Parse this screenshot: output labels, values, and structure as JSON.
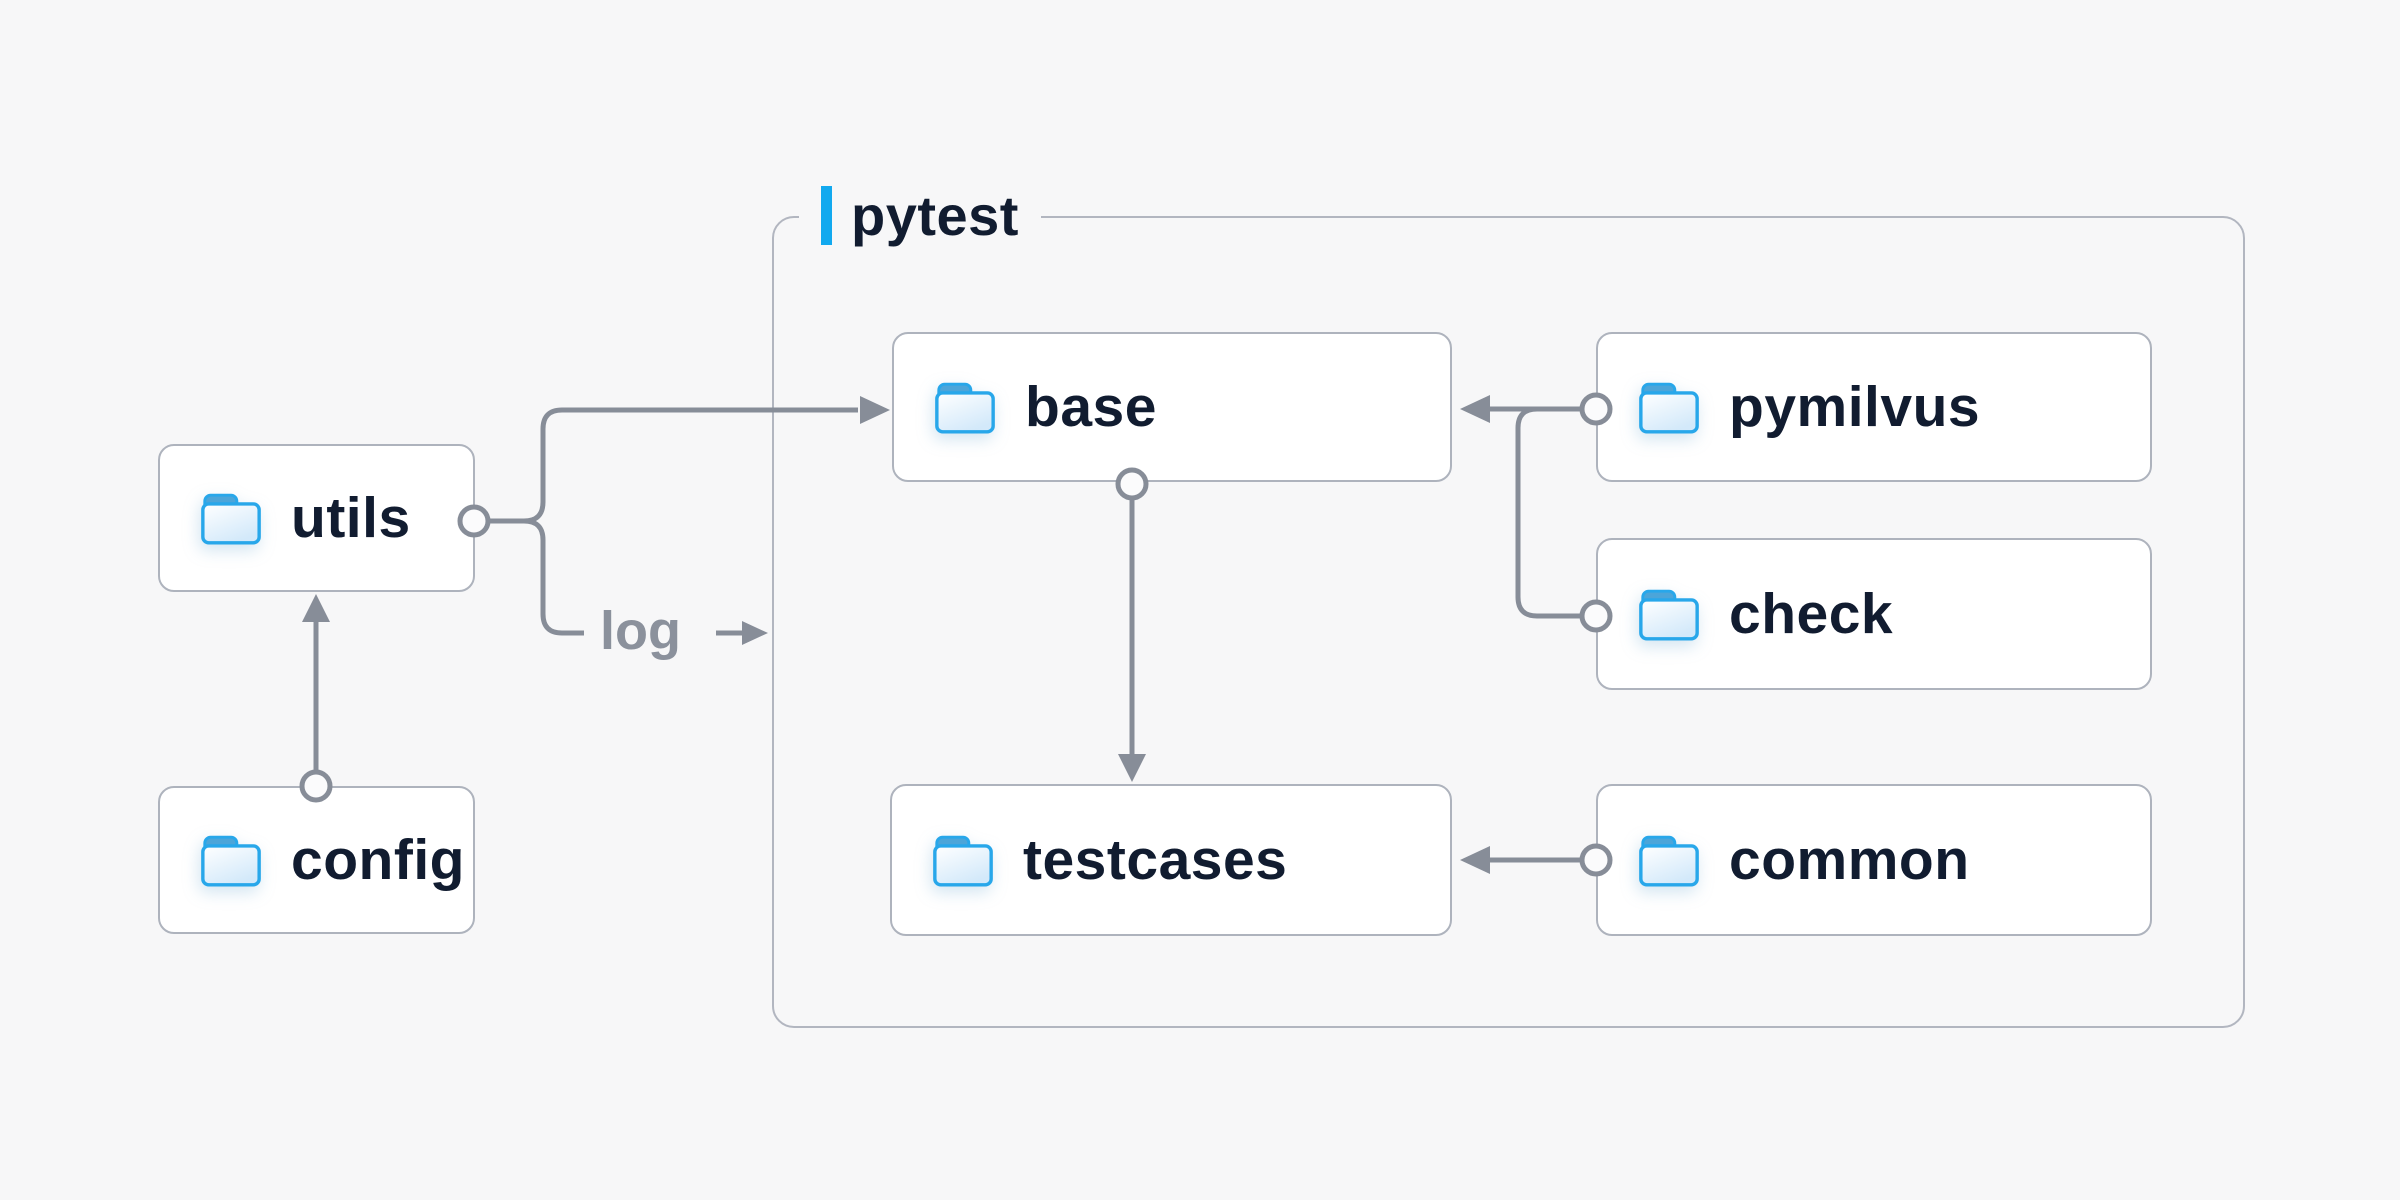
{
  "diagram": {
    "container": {
      "label": "pytest",
      "accent_color": "#12a9ef"
    },
    "nodes": [
      {
        "id": "utils",
        "label": "utils",
        "icon": "folder-icon",
        "inside_container": false
      },
      {
        "id": "config",
        "label": "config",
        "icon": "folder-icon",
        "inside_container": false
      },
      {
        "id": "base",
        "label": "base",
        "icon": "folder-icon",
        "inside_container": true
      },
      {
        "id": "pymilvus",
        "label": "pymilvus",
        "icon": "folder-icon",
        "inside_container": true
      },
      {
        "id": "check",
        "label": "check",
        "icon": "folder-icon",
        "inside_container": true
      },
      {
        "id": "testcases",
        "label": "testcases",
        "icon": "folder-icon",
        "inside_container": true
      },
      {
        "id": "common",
        "label": "common",
        "icon": "folder-icon",
        "inside_container": true
      }
    ],
    "edges": [
      {
        "from": "config",
        "to": "utils",
        "label": ""
      },
      {
        "from": "utils",
        "to": "base",
        "label": ""
      },
      {
        "from": "utils",
        "to": "pytest",
        "label": "log"
      },
      {
        "from": "pymilvus",
        "to": "base",
        "label": ""
      },
      {
        "from": "check",
        "to": "base",
        "label": ""
      },
      {
        "from": "base",
        "to": "testcases",
        "label": ""
      },
      {
        "from": "common",
        "to": "testcases",
        "label": ""
      }
    ],
    "colors": {
      "background": "#f7f7f8",
      "node_background": "#ffffff",
      "node_border": "#aeb3bd",
      "container_border": "#b2b6c0",
      "connector": "#878d98",
      "node_text": "#111c30",
      "edge_label_text": "#8b919c",
      "accent_blue": "#12a9ef",
      "folder_outline": "#28a7ea",
      "folder_tab": "#4ca5d9",
      "folder_fill": "#d3e9fa"
    }
  }
}
